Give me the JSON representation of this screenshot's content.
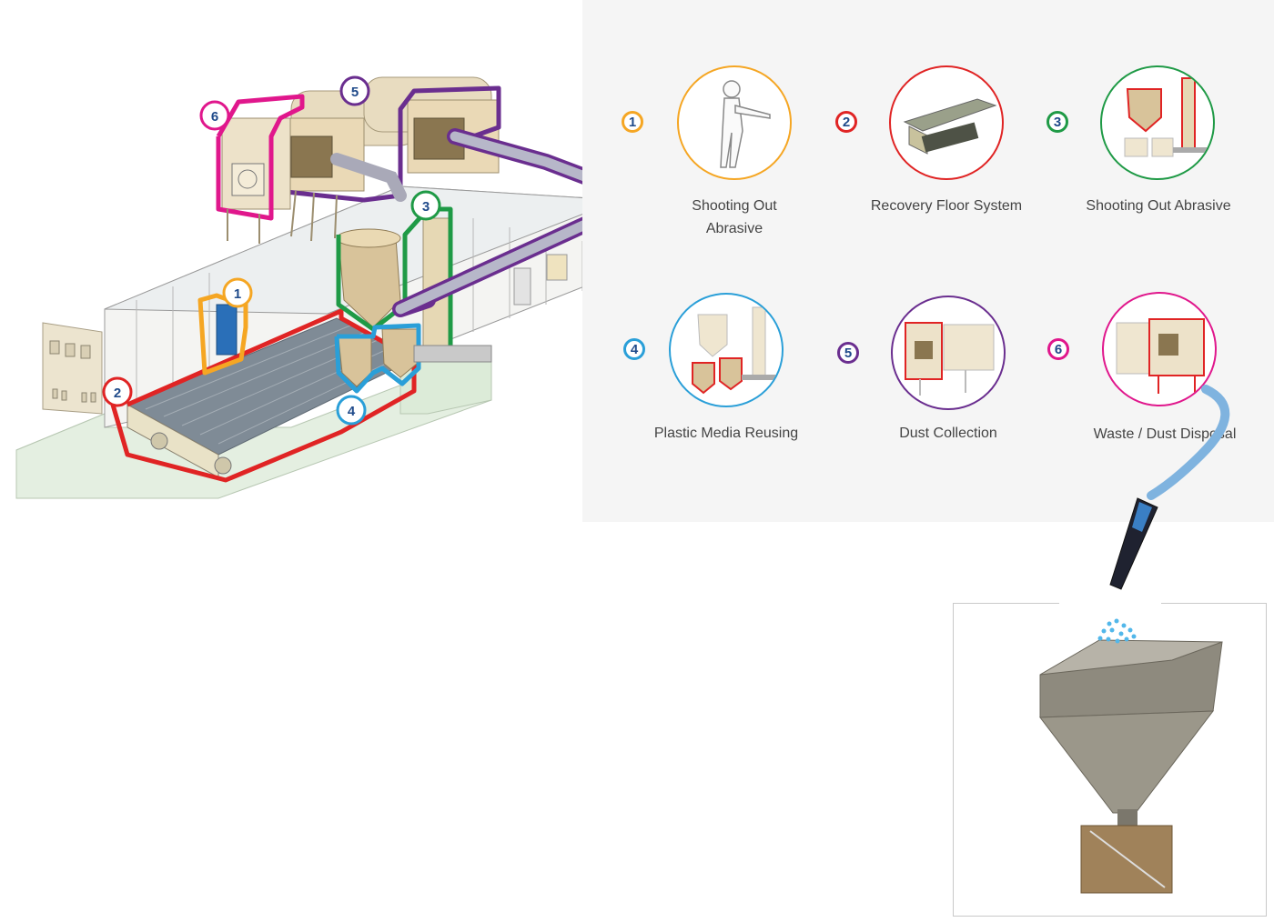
{
  "colors": {
    "step1": "#f5a623",
    "step2": "#e02424",
    "step3": "#1f9a46",
    "step4": "#2a9fd8",
    "step5": "#6a2e8f",
    "step6": "#e0178c",
    "panel": "#f5f5f5",
    "badge_text": "#1f4a8a"
  },
  "steps": [
    {
      "number": "1",
      "label": "Shooting Out Abrasive",
      "label_lines": [
        "Shooting Out",
        "Abrasive"
      ],
      "color": "#f5a623",
      "icon": "blaster-operator-icon"
    },
    {
      "number": "2",
      "label": "Recovery Floor System",
      "label_lines": [
        "Recovery Floor System"
      ],
      "color": "#e02424",
      "icon": "recovery-floor-icon"
    },
    {
      "number": "3",
      "label": "Shooting Out Abrasive",
      "label_lines": [
        "Shooting Out Abrasive"
      ],
      "color": "#1f9a46",
      "icon": "elevator-hopper-icon"
    },
    {
      "number": "4",
      "label": "Plastic Media Reusing",
      "label_lines": [
        "Plastic Media Reusing"
      ],
      "color": "#2a9fd8",
      "icon": "media-hopper-icon"
    },
    {
      "number": "5",
      "label": "Dust Collection",
      "label_lines": [
        "Dust Collection"
      ],
      "color": "#6a2e8f",
      "icon": "dust-collector-icon"
    },
    {
      "number": "6",
      "label": "Waste / Dust Disposal",
      "label_lines": [
        "Waste / Dust Disposal"
      ],
      "color": "#e0178c",
      "icon": "waste-disposal-icon"
    }
  ],
  "diagram_callouts": [
    "1",
    "2",
    "3",
    "4",
    "5",
    "6"
  ]
}
